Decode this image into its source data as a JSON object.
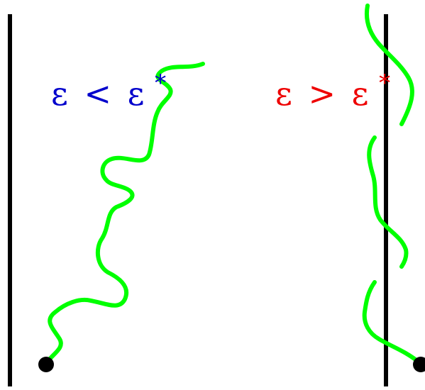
{
  "panels": [
    {
      "id": "left",
      "label": {
        "epsilon": "ε",
        "relation": "<",
        "critical": "ε",
        "star": "*",
        "color": "#0000cc"
      },
      "wall_side": "left",
      "chain": "single-chain-grafted-at-wall"
    },
    {
      "id": "right",
      "label": {
        "epsilon": "ε",
        "relation": ">",
        "critical": "ε",
        "star": "*",
        "color": "#ee0000"
      },
      "wall_side": "right",
      "chain": "chain-adsorbed-crossing-wall"
    }
  ],
  "colors": {
    "wall": "#000000",
    "chain": "#00ff00",
    "anchor": "#000000",
    "background": "#ffffff"
  }
}
